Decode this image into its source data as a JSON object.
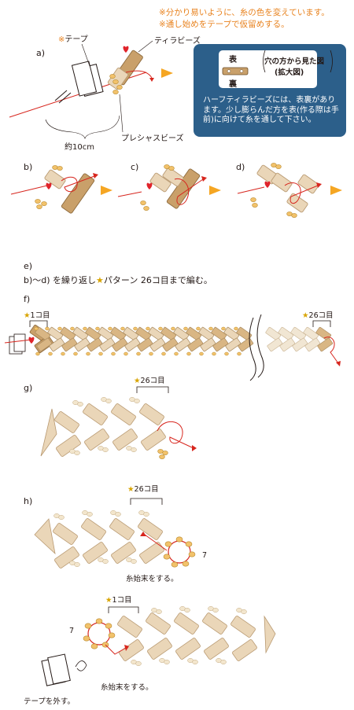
{
  "notes": {
    "line1": "※分かり易いように、糸の色を変えています。",
    "line2": "※通し始めをテープで仮留めする。"
  },
  "steps": {
    "a": "a)",
    "b": "b)",
    "c": "c)",
    "d": "d)",
    "e": "e)",
    "f": "f)",
    "g": "g)",
    "h": "h)"
  },
  "labels": {
    "tape": "※テープ",
    "tila": "ティラビーズ",
    "precious": "プレシャスビーズ",
    "length": "約10cm"
  },
  "info": {
    "front": "表",
    "back": "裏",
    "title_line1": "穴の方から見た図",
    "title_line2": "(拡大図)",
    "body": "ハーフティラビーズには、表裏があります。少し膨らんだ方を表(作る際は手前)に向けて糸を通して下さい。"
  },
  "instruction_e": "b)〜d) を繰り返し",
  "instruction_e_tail": "パターン 26コ目まで編む。",
  "counters": {
    "first": "1コ目",
    "twentysix": "26コ目",
    "seven": "7"
  },
  "star": "★",
  "finish": "糸始末をする。",
  "remove_tape": "テープを外す。",
  "colors": {
    "orange": "#e8821e",
    "red": "#d7261e",
    "tila_brown": "#c9a06a",
    "tila_light": "#ead6b8",
    "bead_yellow": "#f2c26b",
    "box_blue": "#2c5f8a",
    "arrow_yellow": "#f5a623"
  }
}
